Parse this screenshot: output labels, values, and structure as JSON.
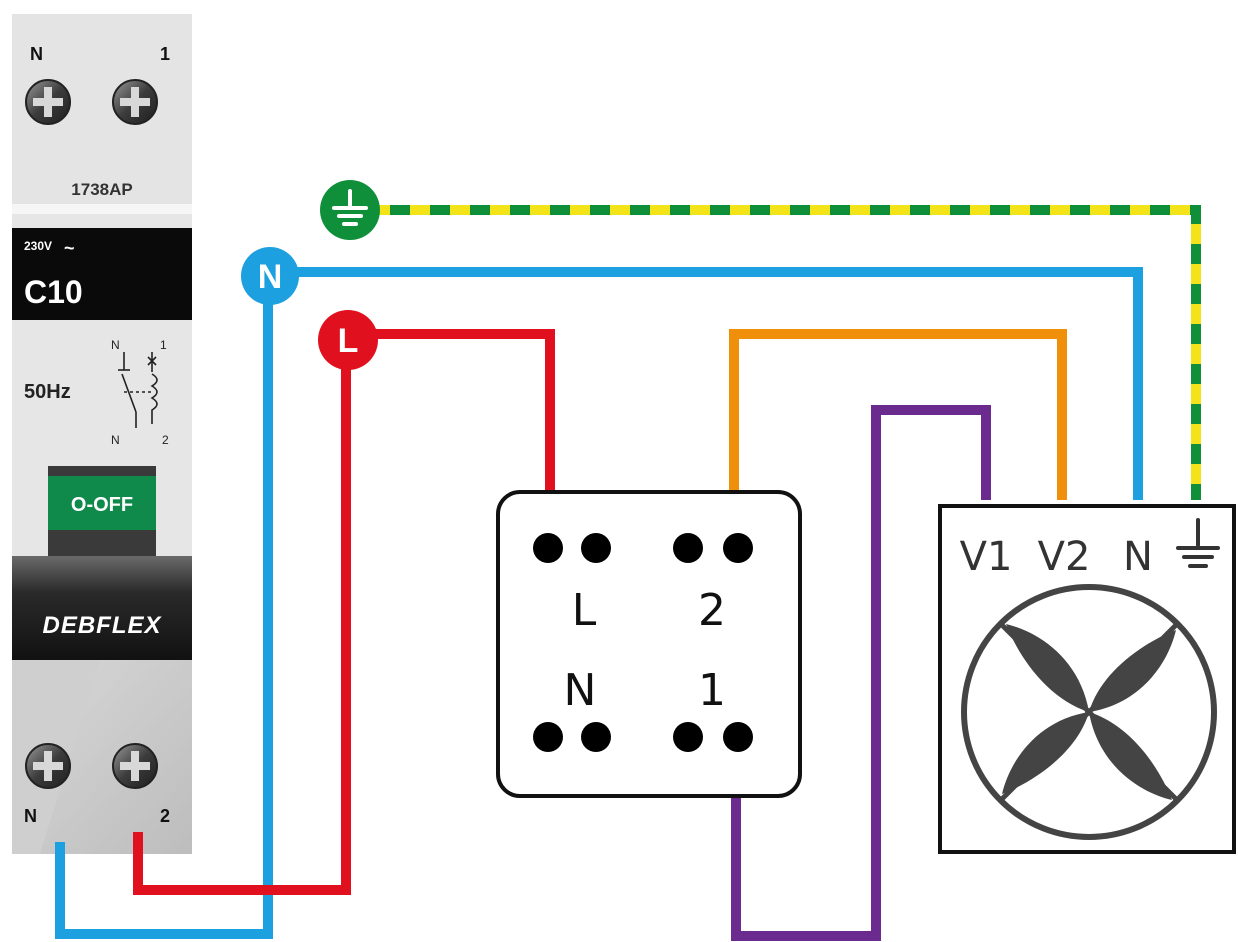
{
  "breaker": {
    "top_terminal_left": "N",
    "top_terminal_right": "1",
    "model": "1738AP",
    "voltage": "230V",
    "voltage_symbol": "~",
    "rating": "C10",
    "frequency": "50Hz",
    "schematic_labels": [
      "N",
      "1",
      "N",
      "2"
    ],
    "switch_label": "O-OFF",
    "brand": "DEBFLEX",
    "bottom_terminal_left": "N",
    "bottom_terminal_right": "2",
    "colors": {
      "switch_green": "#0f8a4a",
      "panel": "#e6e6e6",
      "dark": "#111111"
    }
  },
  "sources": {
    "earth": {
      "symbol": "earth",
      "color": "#0f8f3a"
    },
    "neutral": {
      "letter": "N",
      "color": "#1ca0e0"
    },
    "live": {
      "letter": "L",
      "color": "#e0101e"
    }
  },
  "switch_box": {
    "labels": {
      "L": "L",
      "two": "2",
      "N": "N",
      "one": "1"
    }
  },
  "fan": {
    "terminals": [
      "V1",
      "V2",
      "N"
    ],
    "earth_symbol": "earth"
  },
  "wire_colors": {
    "live": "#e0101e",
    "neutral": "#1ca0e0",
    "earth_green": "#0f8f3a",
    "earth_yellow": "#f5e31a",
    "speed2": "#f0900a",
    "speed1": "#6b2a8e"
  }
}
